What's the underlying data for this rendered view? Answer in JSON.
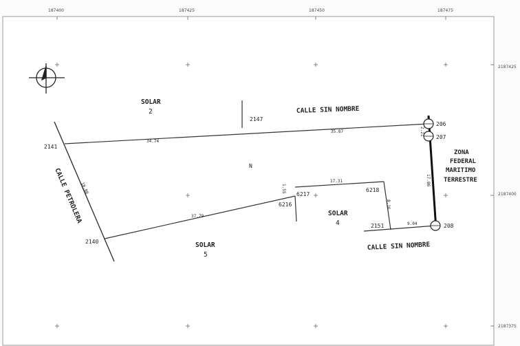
{
  "map": {
    "grid_ticks_top": [
      "187400",
      "187425",
      "187450",
      "187475"
    ],
    "grid_ticks_right": [
      "2187425",
      "2187400",
      "2187375"
    ],
    "north_symbol": "compass-north-icon",
    "vertex_labels": {
      "v2141": "2141",
      "v2147": "2147",
      "v206": "206",
      "v207": "207",
      "v208": "208",
      "v2140": "2140",
      "v6216": "6216",
      "v6217": "6217",
      "v6218": "6218",
      "v2151": "2151"
    },
    "distances": {
      "d_2141_2147": "34.74",
      "d_2147_206": "35.87",
      "d_206_207": "2.21",
      "d_207_208": "17.86",
      "d_2141_2140": "18.88",
      "d_2140_6216": "37.79",
      "d_6216_6217": "1.55",
      "d_6217_6218": "17.31",
      "d_6218_2151": "8.16",
      "d_2151_208": "9.04"
    },
    "areas": {
      "solar2": {
        "line1": "SOLAR",
        "line2": "2"
      },
      "solar4": {
        "line1": "SOLAR",
        "line2": "4"
      },
      "solar5": {
        "line1": "SOLAR",
        "line2": "5"
      },
      "zona": {
        "l1": "ZONA",
        "l2": "FEDERAL",
        "l3": "MARITIMO",
        "l4": "TERRESTRE"
      }
    },
    "streets": {
      "calle_norte": "CALLE SIN NOMBRE",
      "calle_sur": "CALLE SIN NOMBRE",
      "calle_petrolera": "CALLE PETROLERA"
    },
    "parcel_letter": "N"
  }
}
